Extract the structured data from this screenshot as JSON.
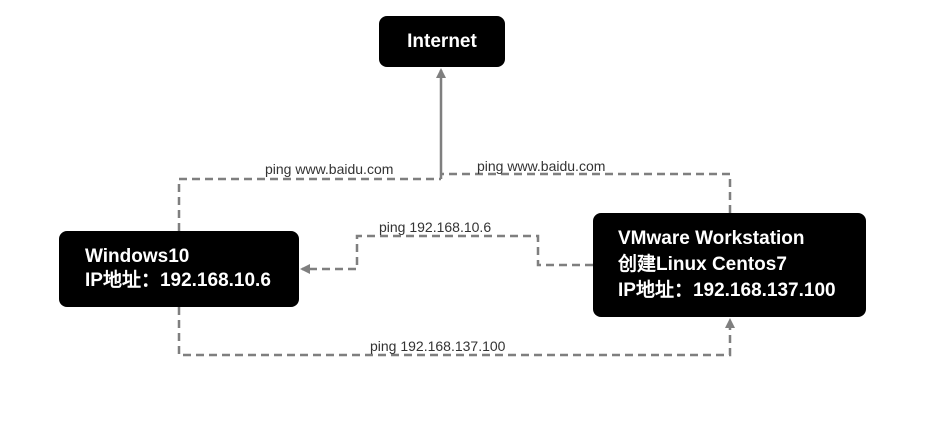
{
  "nodes": {
    "internet": {
      "label": "Internet"
    },
    "windows": {
      "name": "Windows10",
      "ip_line": "IP地址：192.168.10.6"
    },
    "vmware": {
      "name": "VMware Workstation",
      "subtitle": "创建Linux Centos7",
      "ip_line": "IP地址：192.168.137.100"
    }
  },
  "edges": {
    "windows_to_internet": "ping www.baidu.com",
    "vmware_to_internet": "ping www.baidu.com",
    "vmware_to_windows": "ping 192.168.10.6",
    "windows_to_vmware": "ping 192.168.137.100"
  },
  "colors": {
    "node_fill": "#000000",
    "node_text": "#ffffff",
    "connector": "#7f7f7f"
  }
}
